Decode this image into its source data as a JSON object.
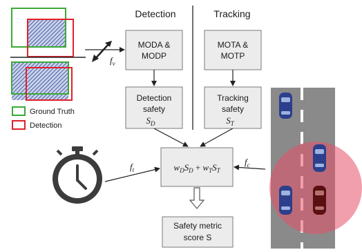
{
  "headers": {
    "detection": "Detection",
    "tracking": "Tracking"
  },
  "boxes": {
    "moda": [
      "MODA &",
      "MODP"
    ],
    "mota": [
      "MOTA &",
      "MOTP"
    ],
    "det_safety": [
      "Detection",
      "safety"
    ],
    "det_safety_symbol": {
      "base": "S",
      "sub": "D"
    },
    "trk_safety": [
      "Tracking",
      "safety"
    ],
    "trk_safety_symbol": {
      "base": "S",
      "sub": "T"
    },
    "combine": {
      "w1": "w",
      "w1_sub": "D",
      "s1": "S",
      "s1_sub": "D",
      "plus": " + ",
      "w2": "w",
      "w2_sub": "T",
      "s2": "S",
      "s2_sub": "T"
    },
    "safety_metric": [
      "Safety metric",
      "score S"
    ]
  },
  "functions": {
    "fv": {
      "base": "f",
      "sub": "v"
    },
    "ft": {
      "base": "f",
      "sub": "t"
    },
    "fc": {
      "base": "f",
      "sub": "c"
    }
  },
  "legend": [
    {
      "label": "Ground Truth",
      "color": "#3aaa35"
    },
    {
      "label": "Detection",
      "color": "#e0202a"
    }
  ],
  "colors": {
    "ground_truth": "#3aaa35",
    "detection": "#e0202a",
    "hatch": "#2a3f8f",
    "road": "#8a8a8a",
    "danger_zone": "#e8506a",
    "car_blue": "#2b3f8c",
    "car_red": "#5a1010"
  },
  "icons": [
    "stopwatch-icon",
    "resize-double-arrow-icon",
    "car-icon"
  ]
}
